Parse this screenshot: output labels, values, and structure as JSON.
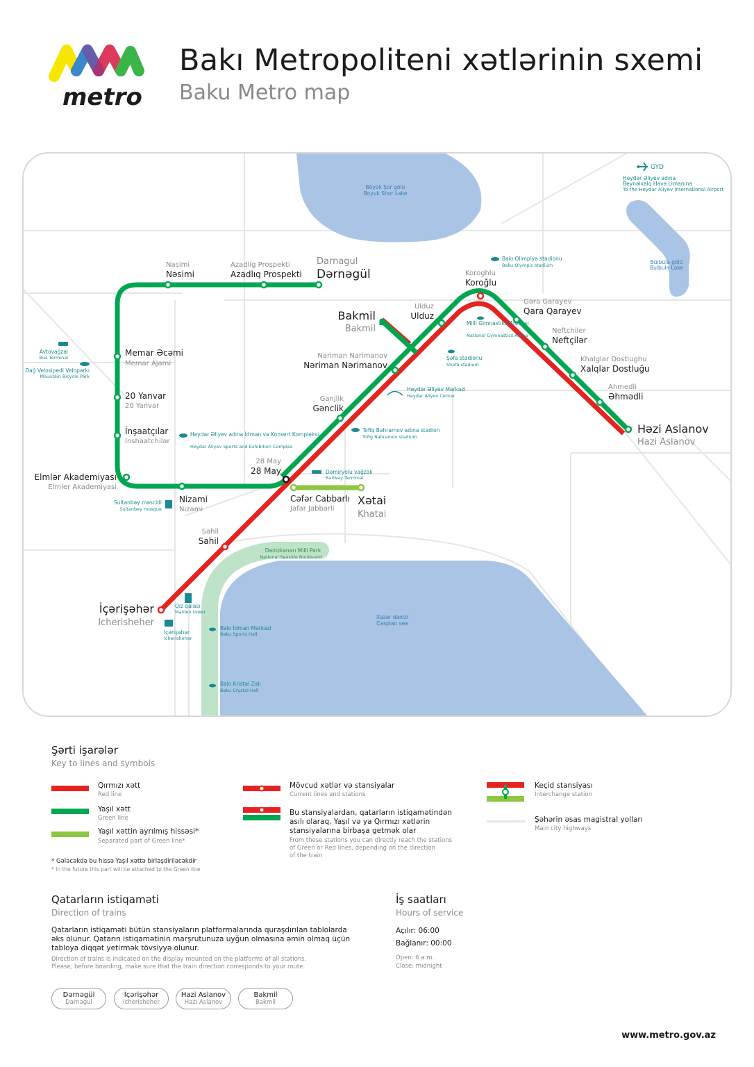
{
  "logo": {
    "text": "metro"
  },
  "header": {
    "title": "Bakı Metropoliteni xətlərinin sxemi",
    "subtitle": "Baku Metro map"
  },
  "colors": {
    "red_line": "#e52320",
    "green_line": "#00a651",
    "light_green_line": "#8dc63f",
    "water": "#a9c4e4",
    "highway": "#e3e3e3"
  },
  "map": {
    "lakes": [
      {
        "name": "Böyük Şor gölü",
        "name_en": "Boyuk Shor Lake"
      },
      {
        "name": "Bülbülə gölü",
        "name_en": "Bulbula Lake"
      },
      {
        "name": "Xəzər dənizi",
        "name_en": "Caspian sea"
      }
    ],
    "airport": {
      "code": "GYD",
      "l1": "Heydər Əliyev adına",
      "l2": "Beynəlxalq Hava Limanına",
      "l3": "To the Heydar Aliyev International Airport"
    },
    "landmarks": [
      {
        "name": "Avtovağzal",
        "name_en": "Bus Terminal"
      },
      {
        "name": "Dağ Velosipedi Veloparkı",
        "name_en": "Mountain Bicycle Park"
      },
      {
        "name": "Bakı Olimpiya stadionu",
        "name_en": "Baku Olympic stadium"
      },
      {
        "name": "Milli Gimnastika Arenası",
        "name_en": "National Gymnastics Arena"
      },
      {
        "name": "Şəfa stadionu",
        "name_en": "Shafa stadium"
      },
      {
        "name": "Heydər Əliyev Mərkəzi",
        "name_en": "Heydar Aliyev Center"
      },
      {
        "name": "Tofiq Bəhramov adına stadion",
        "name_en": "Tofig Bahramov stadium"
      },
      {
        "name": "Heydər Əliyev adına İdman və Konsert Kompleksi",
        "name_en": "Heydar Aliyev Sports and Exhibition Complex"
      },
      {
        "name": "Dəmiryolu vağzalı",
        "name_en": "Railway Terminal"
      },
      {
        "name": "Sultanbəy məscidi",
        "name_en": "Sultanbey mosque"
      },
      {
        "name": "Dənizkənarı Milli Park",
        "name_en": "National Seaside Boulevard"
      },
      {
        "name": "Qız qalası",
        "name_en": "Maiden tower"
      },
      {
        "name": "İçərişəhər",
        "name_en": "Icherisheher"
      },
      {
        "name": "Bakı İdman Mərkəzi",
        "name_en": "Baku Sports Hall"
      },
      {
        "name": "Bakı Kristal Zalı",
        "name_en": "Baku Crystal Hall"
      }
    ],
    "stations": {
      "nasimi": {
        "az": "Nəsimi",
        "en": "Nasimi"
      },
      "azadliq": {
        "az": "Azadlıq Prospekti",
        "en": "Azadlig Prospekti"
      },
      "darnagul": {
        "az": "Dərnəgül",
        "en": "Darnagul"
      },
      "memar": {
        "az": "Memar Əcəmi",
        "en": "Memar Ajami"
      },
      "yanvar": {
        "az": "20 Yanvar",
        "en": "20 Yanvar"
      },
      "insaatcilar": {
        "az": "İnşaatçılar",
        "en": "Inshaatchilar"
      },
      "elmler": {
        "az": "Elmlər Akademiyası",
        "en": "Elmler Akademiyasi"
      },
      "nizami": {
        "az": "Nizami",
        "en": "Nizami"
      },
      "may28": {
        "az": "28 May",
        "en": "28 May"
      },
      "cafar": {
        "az": "Cəfər Cabbarlı",
        "en": "Jafar Jabbarli"
      },
      "xatai": {
        "az": "Xətai",
        "en": "Khatai"
      },
      "sahil": {
        "az": "Sahil",
        "en": "Sahil"
      },
      "icheri": {
        "az": "İçərişəhər",
        "en": "Icherisheher"
      },
      "ganclik": {
        "az": "Gənclik",
        "en": "Ganjlik"
      },
      "narimanov": {
        "az": "Nəriman Nərimanov",
        "en": "Nariman Narimanov"
      },
      "bakmil": {
        "az": "Bakmil",
        "en": "Bakmil"
      },
      "ulduz": {
        "az": "Ulduz",
        "en": "Ulduz"
      },
      "koroglu": {
        "az": "Koroğlu",
        "en": "Koroghlu"
      },
      "qarayev": {
        "az": "Qara Qarayev",
        "en": "Gara Garayev"
      },
      "neftciler": {
        "az": "Neftçilər",
        "en": "Neftchiler"
      },
      "xalqlar": {
        "az": "Xalqlar Dostluğu",
        "en": "Khalglar Dostlughu"
      },
      "ahmadli": {
        "az": "Əhmədli",
        "en": "Ahmedli"
      },
      "aslanov": {
        "az": "Həzi Aslanov",
        "en": "Hazi Aslanov"
      }
    }
  },
  "legend": {
    "title": "Şərti işarələr",
    "subtitle": "Key to lines and symbols",
    "red": {
      "az": "Qırmızı xətt",
      "en": "Red line"
    },
    "green": {
      "az": "Yaşıl xətt",
      "en": "Green line"
    },
    "separated": {
      "az": "Yaşıl xəttin ayrılmış hissəsi*",
      "en": "Separated part of Green line*"
    },
    "footnote_az": "* Gələcəkdə bu hissə Yaşıl xəttə birləşdiriləcəkdir",
    "footnote_en": "* In the future this part will be attached to the Green line",
    "current": {
      "az": "Mövcud xətlər və stansiyalar",
      "en": "Current lines and stations"
    },
    "direct": {
      "az1": "Bu stansiyalardan, qatarların istiqamətindən",
      "az2": "asılı olaraq, Yaşıl və ya Qırmızı xətlərin",
      "az3": "stansiyalarına birbaşa getmək olar",
      "en1": "From these stations you can directly reach the stations",
      "en2": "of Green or Red lines, depending on the direction",
      "en3": "of the train"
    },
    "interchange": {
      "az": "Keçid stansiyası",
      "en": "Interchange station"
    },
    "highways": {
      "az": "Şəhərin əsas magistral yolları",
      "en": "Main city highways"
    }
  },
  "direction": {
    "title": "Qatarların istiqaməti",
    "subtitle": "Direction of trains",
    "az1": "Qatarların istiqaməti bütün stansiyaların platformalarında quraşdırılan tablolarda",
    "az2": "əks olunur. Qatarın istiqamətinin marşrutunuza uyğun olmasına əmin olmaq üçün",
    "az3": "tabloya diqqət yetirmək tövsiyyə olunur.",
    "en1": "Direction of trains is indicated on the display mounted on the platforms of all stations.",
    "en2": "Please, before boarding, make sure that the train direction corresponds to your route.",
    "pills": [
      {
        "az": "Dərnəgül",
        "en": "Darnagul"
      },
      {
        "az": "İçərişəhər",
        "en": "Icherisheher"
      },
      {
        "az": "Hazi Aslanov",
        "en": "Hazi Aslanov"
      },
      {
        "az": "Bakmil",
        "en": "Bakmil"
      }
    ]
  },
  "hours": {
    "title": "İş saatları",
    "subtitle": "Hours of service",
    "open": "Açılır: 06:00",
    "close": "Bağlanır: 00:00",
    "open_en": "Open: 6 a.m.",
    "close_en": "Close: midnight"
  },
  "website": "www.metro.gov.az"
}
